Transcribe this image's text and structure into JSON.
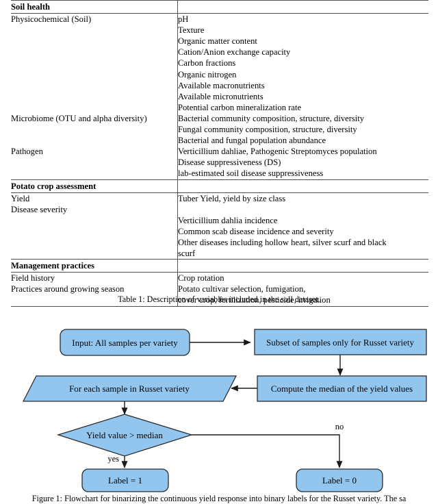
{
  "table": {
    "caption": "Table 1: Description of variables included in the soil dataset.",
    "sections": [
      {
        "title": "Soil health",
        "rows": [
          {
            "category": "Physicochemical (Soil)",
            "items": [
              "pH",
              "Texture",
              "Organic matter content",
              "Cation/Anion exchange capacity",
              "Carbon fractions",
              "Organic nitrogen",
              "Available macronutrients",
              "Available micronutrients",
              "Potential carbon mineralization rate"
            ]
          },
          {
            "category": "Microbiome (OTU and alpha diversity)",
            "items": [
              "Bacterial community composition, structure, diversity",
              "Fungal community composition, structure, diversity",
              "Bacterial and fungal population abundance"
            ]
          },
          {
            "category": "Pathogen",
            "items": [
              "Verticillium dahliae, Pathogenic Streptomyces population",
              "Disease suppressiveness (DS)",
              "lab-estimated soil disease suppressiveness"
            ]
          }
        ]
      },
      {
        "title": "Potato crop assessment",
        "rows": [
          {
            "category": "Yield",
            "items": [
              "Tuber Yield, yield by size class"
            ]
          },
          {
            "category": "Disease severity",
            "items": [
              "",
              "Verticillium dahlia incidence",
              "Common scab disease incidence and severity",
              "Other diseases including hollow heart, silver scurf and black",
              "scurf"
            ]
          }
        ]
      },
      {
        "title": "Management practices",
        "rows": [
          {
            "category": "Field history",
            "items": [
              "Crop rotation"
            ]
          },
          {
            "category": "Practices around growing season",
            "items": [
              "Potato cultivar selection, fumigation,",
              "cover crop, fertilization, pesticide, irrigation"
            ]
          }
        ]
      }
    ]
  },
  "flowchart": {
    "caption": "Figure 1: Flowchart for binarizing the continuous yield response into binary labels for the Russet variety. The sa",
    "fill_color": "#93c6ef",
    "stroke_color": "#2b2b2b",
    "nodes": {
      "input": "Input: All samples per variety",
      "subset": "Subset of samples only for Russet variety",
      "median": "Compute the median of the yield values",
      "foreach": "For each sample in Russet variety",
      "decision": "Yield value > median",
      "label_one": "Label = 1",
      "label_zero": "Label = 0"
    },
    "edges": {
      "yes": "yes",
      "no": "no"
    }
  }
}
